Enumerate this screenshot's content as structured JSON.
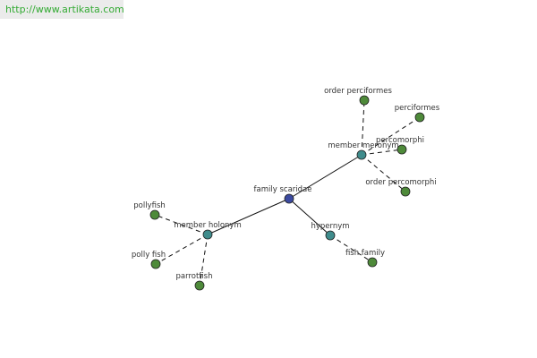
{
  "banner": {
    "url": "http://www.artikata.com"
  },
  "colors": {
    "root_fill": "#3b4aa0",
    "relation_fill": "#3f8c8c",
    "leaf_fill": "#4e8a3a",
    "node_stroke": "#222222",
    "edge": "#111111",
    "label": "#333333",
    "banner_text": "#33aa33"
  },
  "graph": {
    "nodes": [
      {
        "id": "root",
        "label": "family scaridae",
        "kind": "root"
      },
      {
        "id": "meronym",
        "label": "member meronym",
        "kind": "relation"
      },
      {
        "id": "holonym",
        "label": "member holonym",
        "kind": "relation"
      },
      {
        "id": "hypernym",
        "label": "hypernym",
        "kind": "relation"
      },
      {
        "id": "order_perciformes",
        "label": "order perciformes",
        "kind": "leaf"
      },
      {
        "id": "perciformes",
        "label": "perciformes",
        "kind": "leaf"
      },
      {
        "id": "percomorphi",
        "label": "percomorphi",
        "kind": "leaf"
      },
      {
        "id": "order_percomorphi",
        "label": "order percomorphi",
        "kind": "leaf"
      },
      {
        "id": "pollyfish",
        "label": "pollyfish",
        "kind": "leaf"
      },
      {
        "id": "polly_fish",
        "label": "polly fish",
        "kind": "leaf"
      },
      {
        "id": "parrotfish",
        "label": "parrotfish",
        "kind": "leaf"
      },
      {
        "id": "fish_family",
        "label": "fish family",
        "kind": "leaf"
      }
    ],
    "edges": [
      {
        "from": "root",
        "to": "meronym",
        "style": "solid"
      },
      {
        "from": "root",
        "to": "holonym",
        "style": "solid"
      },
      {
        "from": "root",
        "to": "hypernym",
        "style": "solid"
      },
      {
        "from": "meronym",
        "to": "order_perciformes",
        "style": "dashed"
      },
      {
        "from": "meronym",
        "to": "perciformes",
        "style": "dashed"
      },
      {
        "from": "meronym",
        "to": "percomorphi",
        "style": "dashed"
      },
      {
        "from": "meronym",
        "to": "order_percomorphi",
        "style": "dashed"
      },
      {
        "from": "holonym",
        "to": "pollyfish",
        "style": "dashed"
      },
      {
        "from": "holonym",
        "to": "polly_fish",
        "style": "dashed"
      },
      {
        "from": "holonym",
        "to": "parrotfish",
        "style": "dashed"
      },
      {
        "from": "hypernym",
        "to": "fish_family",
        "style": "dashed"
      }
    ]
  }
}
